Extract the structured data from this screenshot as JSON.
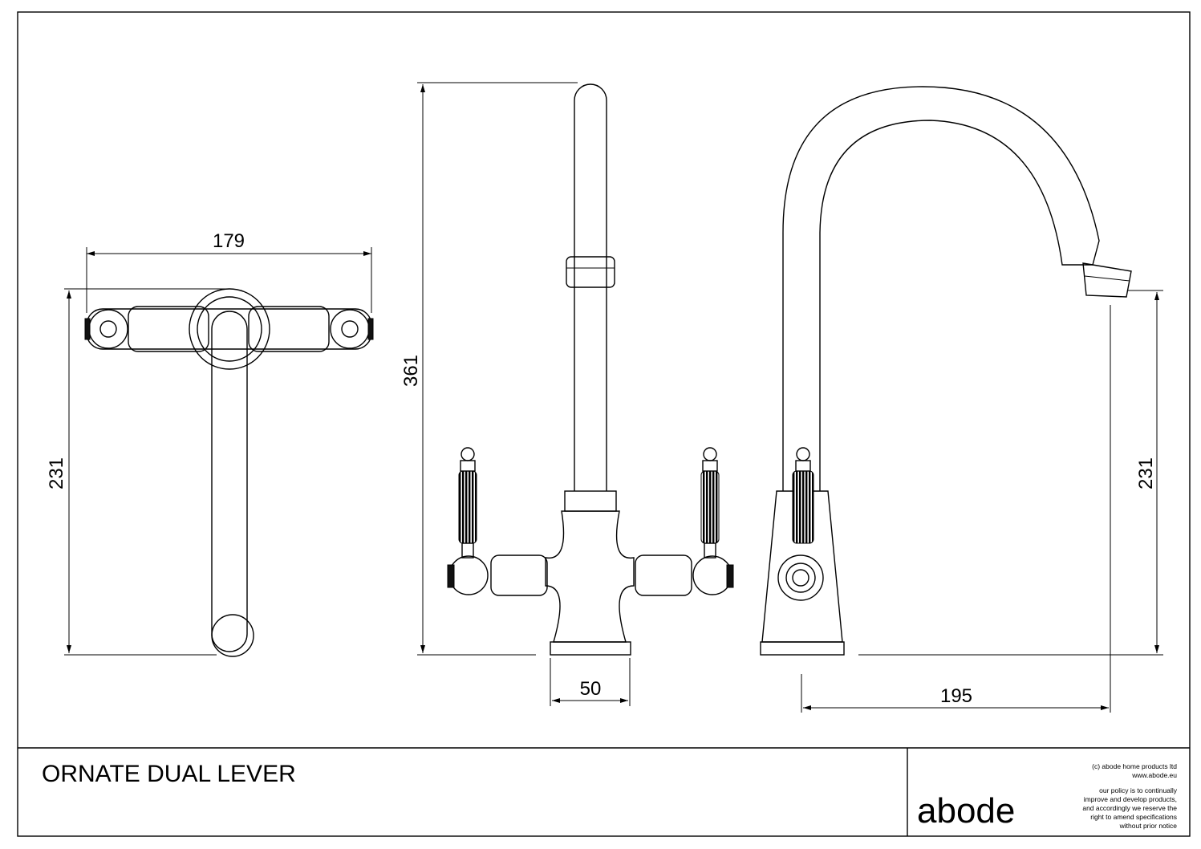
{
  "title_block": {
    "product_name": "ORNATE DUAL LEVER",
    "logo_text": "abode",
    "copyright": "(c) abode home products ltd",
    "website": "www.abode.eu",
    "policy_lines": [
      "our policy is to continually",
      "improve and develop products,",
      "and accordingly we reserve the",
      "right to amend specifications",
      "without prior notice"
    ]
  },
  "dimensions": {
    "top_view_width": "179",
    "top_view_depth": "231",
    "front_height": "361",
    "base_diameter": "50",
    "side_reach": "195",
    "side_spout_height": "231"
  }
}
